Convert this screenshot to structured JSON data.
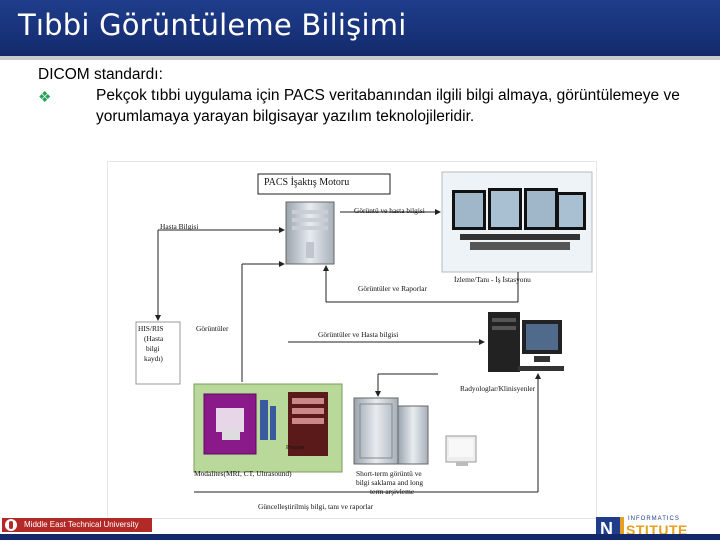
{
  "slide": {
    "title": "Tıbbi Görüntüleme Bilişimi",
    "heading": "DICOM standardı:",
    "bullet_text": "Pekçok tıbbi uygulama için PACS veritabanından ilgili bilgi almaya, görüntülemeye ve yorumlamaya yarayan bilgisayar yazılım teknolojileridir."
  },
  "diagram": {
    "pacs_title": "PACS İşaktış Motoru",
    "label_goruntu_hasta": "Görüntü ve hasta bilgisi",
    "label_hasta_bilgisi": "Hasta Bilgisi",
    "label_izleme": "İzleme/Tanı - İş İstasyonu",
    "label_goruntuler_raporlar": "Görüntüler ve Raporlar",
    "label_his_line1": "HIS/RIS",
    "label_his_line2": "(Hasta",
    "label_his_line3": "bilgi",
    "label_his_line4": "kaydı)",
    "label_goruntuler": "Görüntüler",
    "label_goruntuler_hasta": "Görüntüler ve Hasta bilgisi",
    "label_radyolog": "Radyologlar/Klinisyenler",
    "label_modalities": "Modalites(MRI, CT, Ultrasound)",
    "label_short_term_1": "Short-term görüntü ve",
    "label_short_term_2": "bilgi saklama and long",
    "label_short_term_3": "term arşivleme",
    "label_guncel": "Güncelleştirilmiş bilgi, tanı ve raporlar",
    "label_process": "Process"
  },
  "footer": {
    "university": "Middle East Technical University",
    "institute_top": "INFORMATICS",
    "institute_main": "STITUTE"
  },
  "colors": {
    "header_blue": "#1b3682",
    "bullet_green": "#2aa05a",
    "modality_purple": "#8a1a8a",
    "metu_red": "#b22a28"
  }
}
